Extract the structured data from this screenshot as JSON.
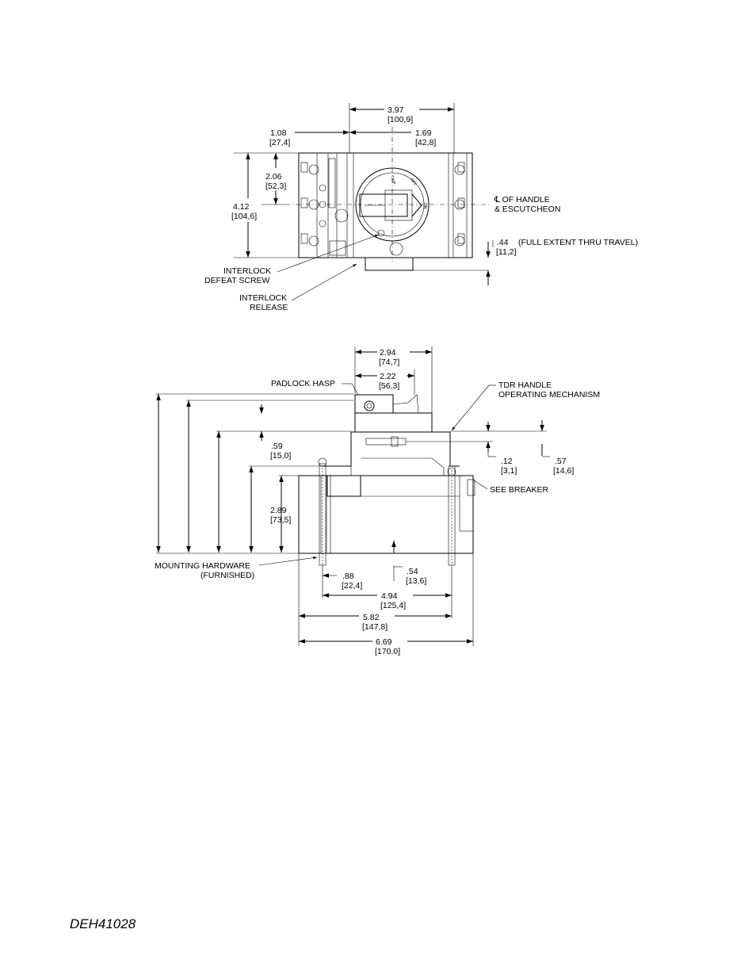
{
  "document": {
    "code": "DEH41028"
  },
  "top_view": {
    "dimensions": {
      "overall_width": {
        "in": "3.97",
        "mm": "[100,9]"
      },
      "left_offset": {
        "in": "1.08",
        "mm": "[27,4]"
      },
      "right_offset": {
        "in": "1.69",
        "mm": "[42,8]"
      },
      "half_height": {
        "in": "2.06",
        "mm": "[52,3]"
      },
      "height": {
        "in": "4.12",
        "mm": "[104,6]"
      },
      "travel": {
        "in": ".44",
        "mm": "[11,2]"
      }
    },
    "labels": {
      "centerline_1": "℄ OF HANDLE",
      "centerline_2": "& ESCUTCHEON",
      "travel_note": "(FULL EXTENT THRU TRAVEL)",
      "defeat_1": "INTERLOCK",
      "defeat_2": "DEFEAT SCREW",
      "release_1": "INTERLOCK",
      "release_2": "RELEASE"
    },
    "dial_marks": [
      "ON",
      "OFF",
      "TRIP"
    ]
  },
  "side_view": {
    "dimensions": {
      "handle_width": {
        "in": "2.94",
        "mm": "[74,7]"
      },
      "hasp_width": {
        "in": "2.22",
        "mm": "[56,3]"
      },
      "step": {
        "in": ".59",
        "mm": "[15,0]"
      },
      "depth": {
        "in": "2.89",
        "mm": "[73,5]"
      },
      "gap_small": {
        "in": ".12",
        "mm": "[3,1]"
      },
      "gap_large": {
        "in": ".57",
        "mm": "[14,6]"
      },
      "hole_offset": {
        "in": ".88",
        "mm": "[22,4]"
      },
      "center_offset": {
        "in": ".54",
        "mm": "[13,6]"
      },
      "mount_spacing": {
        "in": "4.94",
        "mm": "[125,4]"
      },
      "body_width": {
        "in": "5.82",
        "mm": "[147,8]"
      },
      "overall_width": {
        "in": "6.69",
        "mm": "[170,0]"
      }
    },
    "labels": {
      "padlock": "PADLOCK HASP",
      "tdr_1": "TDR HANDLE",
      "tdr_2": "OPERATING MECHANISM",
      "see_breaker": "SEE BREAKER",
      "mounting_1": "MOUNTING HARDWARE",
      "mounting_2": "(FURNISHED)"
    }
  }
}
